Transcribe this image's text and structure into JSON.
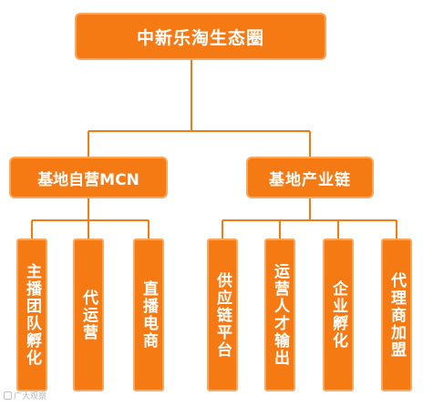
{
  "root": {
    "label": "中新乐淘生态圈"
  },
  "branches": [
    {
      "label": "基地自营MCN",
      "children": [
        "主播团队孵化",
        "代运营",
        "直播电商"
      ]
    },
    {
      "label": "基地产业链",
      "children": [
        "供应链平台",
        "运营人才输出",
        "企业孵化",
        "代理商加盟"
      ]
    }
  ],
  "colors": {
    "box": "#f57a14",
    "box_border": "#f9a95e",
    "line": "#f57a14",
    "text": "#ffffff"
  },
  "watermark": "广大观察"
}
